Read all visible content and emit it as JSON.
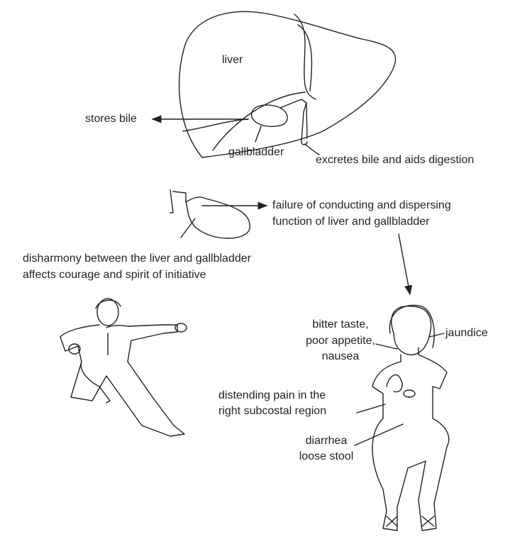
{
  "labels": {
    "liver": "liver",
    "stores_bile": "stores bile",
    "gallbladder": "gallbladder",
    "excretes": "excretes bile and aids digestion",
    "failure_line1": "failure of conducting and dispersing",
    "failure_line2": "function of liver and gallbladder",
    "disharmony_line1": "disharmony between the liver and gallbladder",
    "disharmony_line2": "affects courage and spirit of initiative",
    "bitter_line1": "bitter taste,",
    "bitter_line2": "poor appetite,",
    "bitter_line3": "nausea",
    "jaundice": "jaundice",
    "pain_line1": "distending pain in the",
    "pain_line2": "right subcostal region",
    "diarrhea_line1": "diarrhea",
    "diarrhea_line2": "loose stool"
  },
  "colors": {
    "ink": "#231f20",
    "background": "#ffffff"
  }
}
